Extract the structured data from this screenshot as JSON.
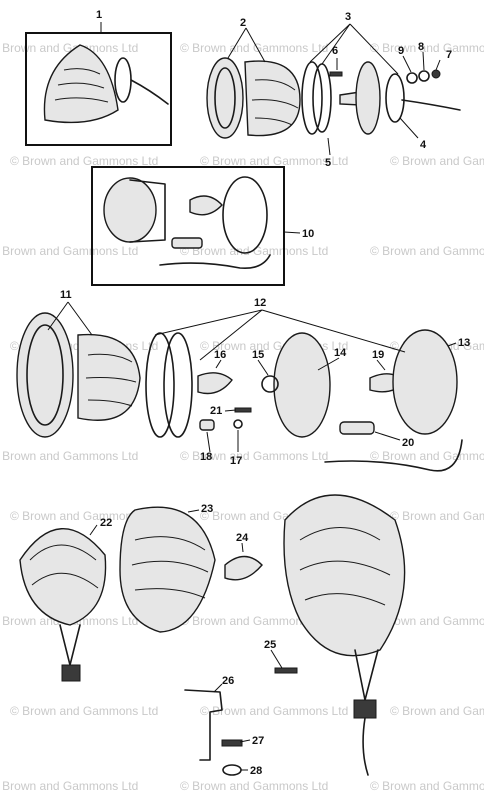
{
  "watermark": {
    "text": "© Brown and Gammons Ltd",
    "color": "#c9c9c9"
  },
  "callouts": [
    "1",
    "2",
    "3",
    "4",
    "5",
    "6",
    "7",
    "8",
    "9",
    "10",
    "11",
    "12",
    "13",
    "14",
    "15",
    "16",
    "17",
    "18",
    "19",
    "20",
    "21",
    "22",
    "23",
    "24",
    "25",
    "26",
    "27",
    "28"
  ],
  "ink_color": "#1a1a1a"
}
